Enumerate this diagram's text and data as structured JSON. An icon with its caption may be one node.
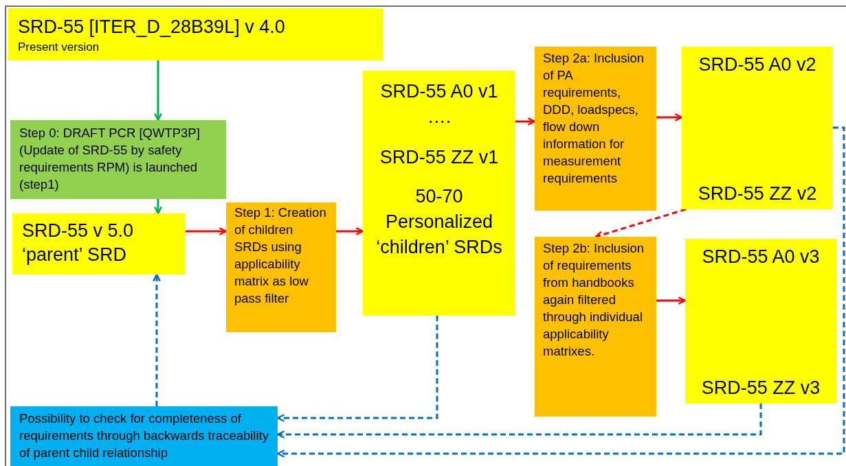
{
  "diagram": {
    "nodes": [
      {
        "text": [
          "SRD-55 [ITER_D_28B39L] v 4.0",
          "Present version"
        ]
      },
      {
        "text": [
          "Step 0: DRAFT PCR [QWTP3P] (Update of SRD-55 by safety requirements RPM) is launched (step1)"
        ]
      },
      {
        "text": [
          "SRD-55 v 5.0 ‘parent’ SRD"
        ]
      },
      {
        "text": [
          "Step 1: Creation of children SRDs using applicability matrix as low pass filter"
        ]
      },
      {
        "text": [
          "SRD-55 A0 v1",
          "….",
          "SRD-55 ZZ v1",
          "50-70 Personalized ‘children’ SRDs"
        ]
      },
      {
        "text": [
          "Step 2a: Inclusion of PA requirements, DDD, loadspecs, flow down information for measurement requirements"
        ]
      },
      {
        "text": [
          "SRD-55 A0 v2",
          "SRD-55 ZZ v2"
        ]
      },
      {
        "text": [
          "Step 2b: Inclusion of requirements from handbooks again filtered through individual applicability matrixes."
        ]
      },
      {
        "text": [
          "SRD-55 A0 v3",
          "SRD-55 ZZ v3"
        ]
      },
      {
        "text": [
          "Possibility to check for completeness of requirements through backwards traceability of parent child relationship"
        ]
      }
    ],
    "edges": [
      {
        "from": 0,
        "to": 1,
        "arrow": "to",
        "color": "#00b050"
      },
      {
        "from": 1,
        "to": 2,
        "arrow": "to",
        "color": "#00b050"
      },
      {
        "from": 2,
        "to": 3,
        "arrow": "to"
      },
      {
        "from": 3,
        "to": 4,
        "arrow": "to"
      },
      {
        "from": 4,
        "to": 5,
        "arrow": "to"
      },
      {
        "from": 5,
        "to": 6,
        "arrow": "to"
      },
      {
        "from": 6,
        "to": 7,
        "arrow": "to",
        "style": "dashed"
      },
      {
        "from": 7,
        "to": 8,
        "arrow": "to"
      },
      {
        "from": 9,
        "to": 2,
        "arrow": "to",
        "style": "dashed",
        "color": "#0070c0"
      },
      {
        "from": 4,
        "to": 9,
        "arrow": "to",
        "style": "dashed",
        "color": "#0070c0"
      },
      {
        "from": 8,
        "to": 9,
        "arrow": "to",
        "style": "dashed",
        "color": "#0070c0"
      },
      {
        "from": 6,
        "to": 9,
        "arrow": "to",
        "style": "dashed",
        "color": "#0070c0"
      }
    ]
  }
}
